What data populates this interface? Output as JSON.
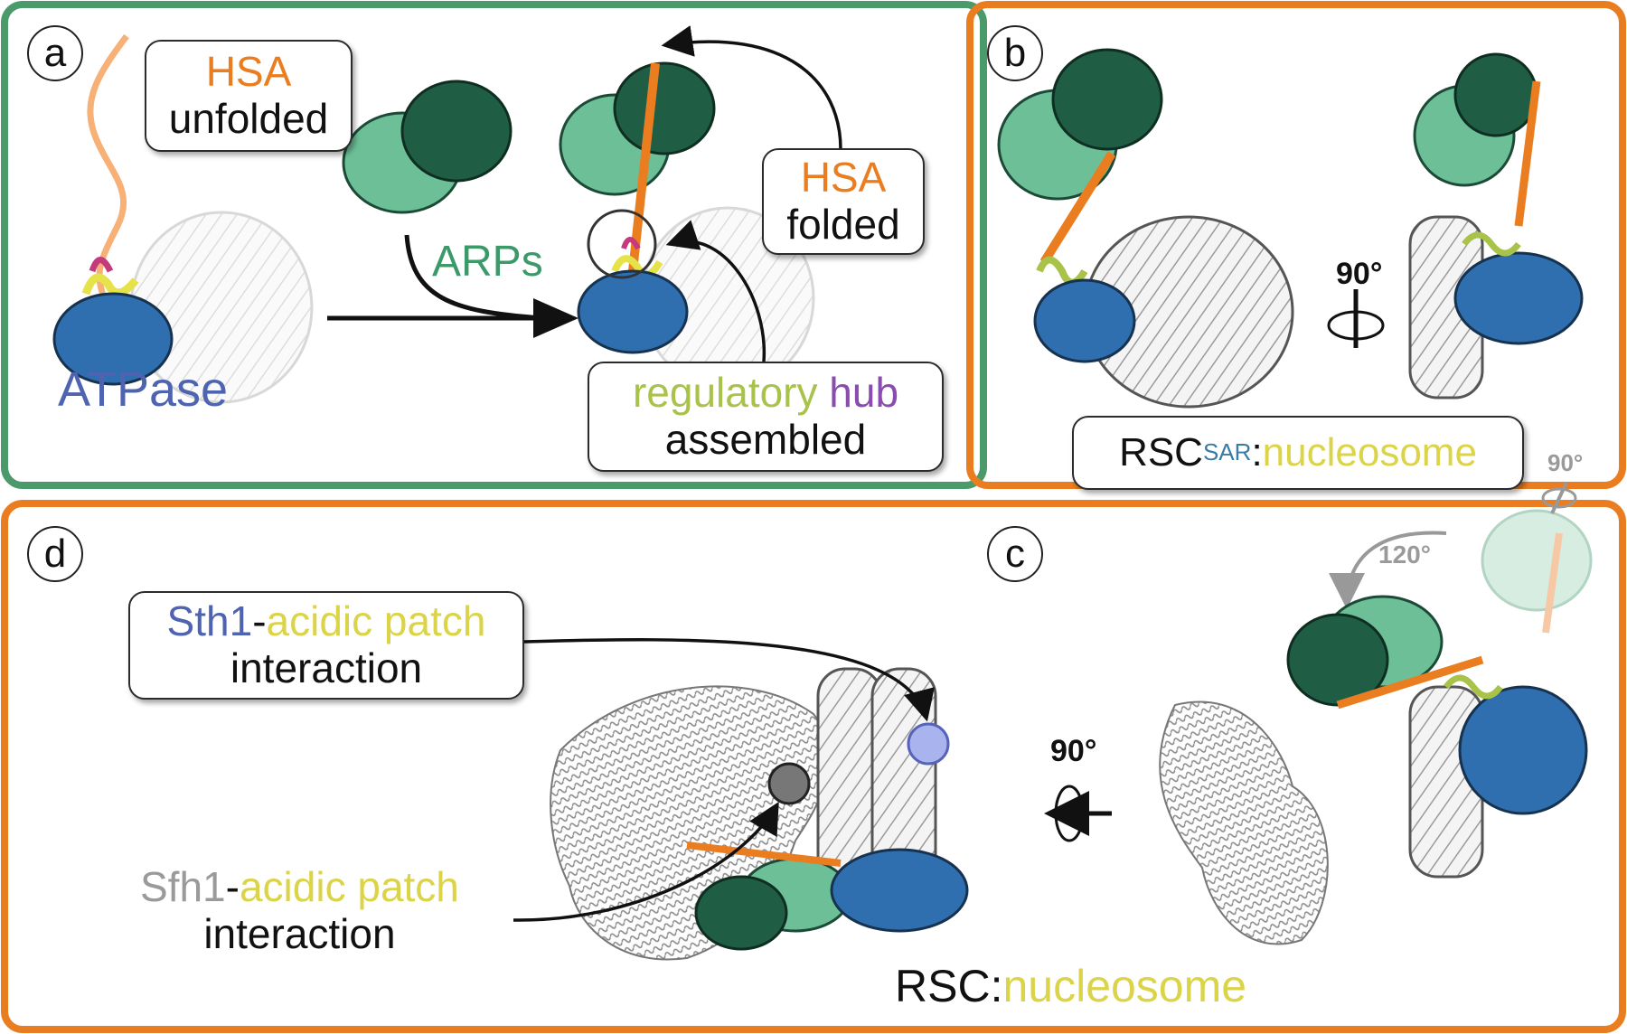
{
  "panels": {
    "a": {
      "label": "a",
      "hsa_unfolded": {
        "word1": "HSA",
        "word2": "unfolded"
      },
      "arps": "ARPs",
      "atpase": "ATPase",
      "hsa_folded": {
        "word1": "HSA",
        "word2": "folded"
      },
      "hub": {
        "word1": "regulatory",
        "word2": "hub",
        "word3": "assembled"
      }
    },
    "b": {
      "label": "b",
      "rotation": "90°",
      "caption": {
        "main": "RSC",
        "sup": "SAR",
        "colon": ":",
        "tail": "nucleosome"
      },
      "small_rotation": "90°"
    },
    "c": {
      "label": "c",
      "rotation": "120°",
      "rotation_left": "90°",
      "caption": {
        "main": "RSC:",
        "tail": "nucleosome"
      }
    },
    "d": {
      "label": "d",
      "sth1": {
        "part1": "Sth1",
        "dash": "-",
        "part2": "acidic patch",
        "part3": "interaction"
      },
      "sfh1": {
        "part1": "Sfh1",
        "dash": "-",
        "part2": "acidic patch",
        "part3": "interaction"
      }
    }
  },
  "colors": {
    "panel_a_border": "#4a9a6c",
    "panel_bcd_border": "#ea7d20",
    "hsa_orange": "#ea7d20",
    "arp_dark": "#1f5e45",
    "arp_light": "#6dbf97",
    "atpase_blue": "#2f6fb0",
    "hub_yellow": "#e5e24a",
    "hub_purple": "#8a4cae",
    "nucleosome_grey": "#cfcfcf"
  }
}
